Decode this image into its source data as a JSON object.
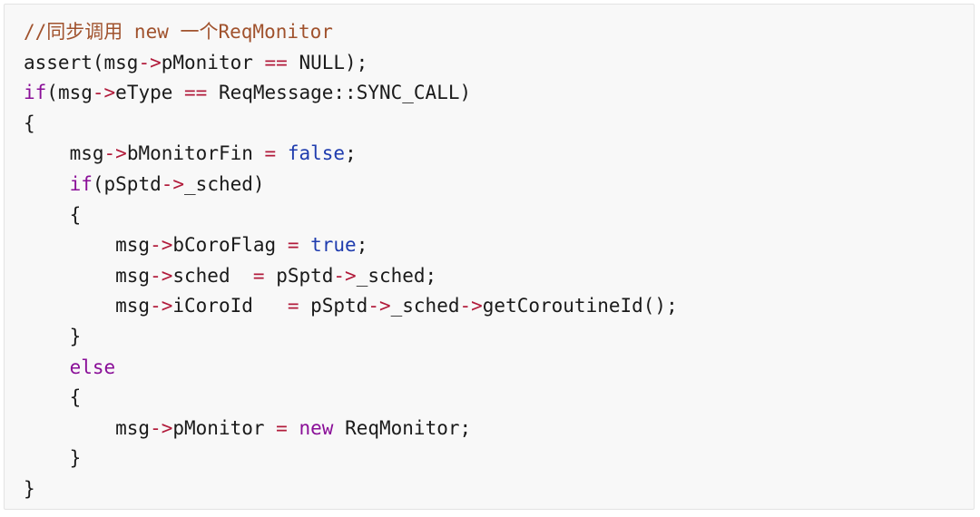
{
  "code": {
    "lines": [
      [
        {
          "t": "//同步调用 new 一个ReqMonitor",
          "k": "comment"
        }
      ],
      [
        {
          "t": "assert(msg",
          "k": "plain"
        },
        {
          "t": "->",
          "k": "op"
        },
        {
          "t": "pMonitor ",
          "k": "plain"
        },
        {
          "t": "==",
          "k": "op"
        },
        {
          "t": " NULL);",
          "k": "plain"
        }
      ],
      [
        {
          "t": "if",
          "k": "kw"
        },
        {
          "t": "(msg",
          "k": "plain"
        },
        {
          "t": "->",
          "k": "op"
        },
        {
          "t": "eType ",
          "k": "plain"
        },
        {
          "t": "==",
          "k": "op"
        },
        {
          "t": " ReqMessage::SYNC_CALL)",
          "k": "plain"
        }
      ],
      [
        {
          "t": "{",
          "k": "plain"
        }
      ],
      [
        {
          "t": "    msg",
          "k": "plain"
        },
        {
          "t": "->",
          "k": "op"
        },
        {
          "t": "bMonitorFin ",
          "k": "plain"
        },
        {
          "t": "=",
          "k": "op"
        },
        {
          "t": " ",
          "k": "plain"
        },
        {
          "t": "false",
          "k": "bool"
        },
        {
          "t": ";",
          "k": "plain"
        }
      ],
      [
        {
          "t": "    ",
          "k": "plain"
        },
        {
          "t": "if",
          "k": "kw"
        },
        {
          "t": "(pSptd",
          "k": "plain"
        },
        {
          "t": "->",
          "k": "op"
        },
        {
          "t": "_sched)",
          "k": "plain"
        }
      ],
      [
        {
          "t": "    {",
          "k": "plain"
        }
      ],
      [
        {
          "t": "        msg",
          "k": "plain"
        },
        {
          "t": "->",
          "k": "op"
        },
        {
          "t": "bCoroFlag ",
          "k": "plain"
        },
        {
          "t": "=",
          "k": "op"
        },
        {
          "t": " ",
          "k": "plain"
        },
        {
          "t": "true",
          "k": "bool"
        },
        {
          "t": ";",
          "k": "plain"
        }
      ],
      [
        {
          "t": "        msg",
          "k": "plain"
        },
        {
          "t": "->",
          "k": "op"
        },
        {
          "t": "sched  ",
          "k": "plain"
        },
        {
          "t": "=",
          "k": "op"
        },
        {
          "t": " pSptd",
          "k": "plain"
        },
        {
          "t": "->",
          "k": "op"
        },
        {
          "t": "_sched;",
          "k": "plain"
        }
      ],
      [
        {
          "t": "        msg",
          "k": "plain"
        },
        {
          "t": "->",
          "k": "op"
        },
        {
          "t": "iCoroId   ",
          "k": "plain"
        },
        {
          "t": "=",
          "k": "op"
        },
        {
          "t": " pSptd",
          "k": "plain"
        },
        {
          "t": "->",
          "k": "op"
        },
        {
          "t": "_sched",
          "k": "plain"
        },
        {
          "t": "->",
          "k": "op"
        },
        {
          "t": "getCoroutineId();",
          "k": "plain"
        }
      ],
      [
        {
          "t": "    }",
          "k": "plain"
        }
      ],
      [
        {
          "t": "    ",
          "k": "plain"
        },
        {
          "t": "else",
          "k": "kw"
        }
      ],
      [
        {
          "t": "    {",
          "k": "plain"
        }
      ],
      [
        {
          "t": "        msg",
          "k": "plain"
        },
        {
          "t": "->",
          "k": "op"
        },
        {
          "t": "pMonitor ",
          "k": "plain"
        },
        {
          "t": "=",
          "k": "op"
        },
        {
          "t": " ",
          "k": "plain"
        },
        {
          "t": "new",
          "k": "kw"
        },
        {
          "t": " ReqMonitor;",
          "k": "plain"
        }
      ],
      [
        {
          "t": "    }",
          "k": "plain"
        }
      ],
      [
        {
          "t": "}",
          "k": "plain"
        }
      ]
    ]
  }
}
